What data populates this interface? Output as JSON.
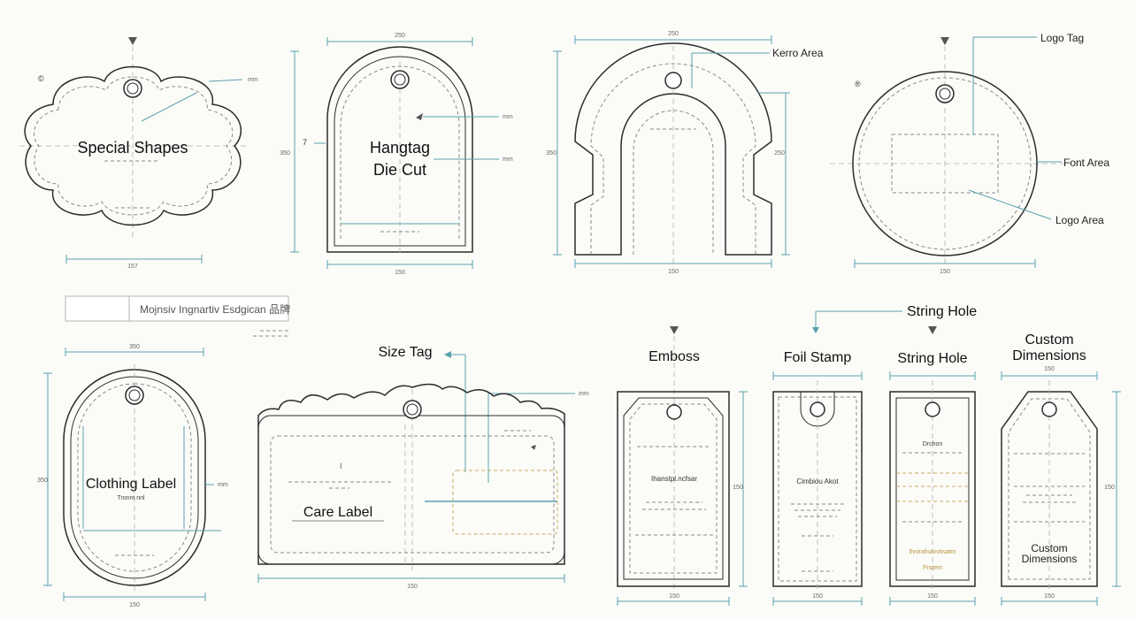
{
  "labels": {
    "special_shapes": "Special Shapes",
    "hangtag_line1": "Hangtag",
    "hangtag_line2": "Die Cut",
    "kerro_area": "Kerro Area",
    "logo_tag": "Logo Tag",
    "font_area": "Font Area",
    "logo_area": "Logo Area",
    "title_bar": "Mojnsiv Ingnartiv Esdgican 品牌",
    "size_tag": "Size Tag",
    "clothing_label": "Clothing Label",
    "care_label": "Care Label",
    "emboss": "Emboss",
    "foil_stamp": "Foil Stamp",
    "string_hole_callout": "String Hole",
    "string_hole": "String Hole",
    "custom_dim_line1": "Custom",
    "custom_dim_line2": "Dimensions",
    "custom_dim_inner1": "Custom",
    "custom_dim_inner2": "Dimensions",
    "emboss_inner": "Ihanstpl.ncfsar",
    "foil_inner": "Cimbiou Akot",
    "clothing_inner": "Tronnt nnl",
    "string_inner1": "Drchon",
    "string_inner2": "Ihnirafnavvtisatrn",
    "string_inner3": "Frstem",
    "cloud_marker": "©",
    "circle_marker": "®",
    "small_marker": "7"
  },
  "dims": {
    "d1": "157",
    "d2": "150",
    "d3": "150",
    "d4": "150",
    "d5": "150",
    "d6": "150",
    "d7": "150",
    "d8": "150",
    "d9": "150",
    "d10": "250",
    "d11": "350",
    "d12": "150",
    "d13": "150",
    "d14": "150",
    "d15": "350",
    "d16": "150",
    "d17": "150",
    "d18": "150",
    "d19": "150",
    "d20": "250",
    "d21": "350",
    "d22": "250",
    "d23": "150",
    "d24": "350"
  }
}
